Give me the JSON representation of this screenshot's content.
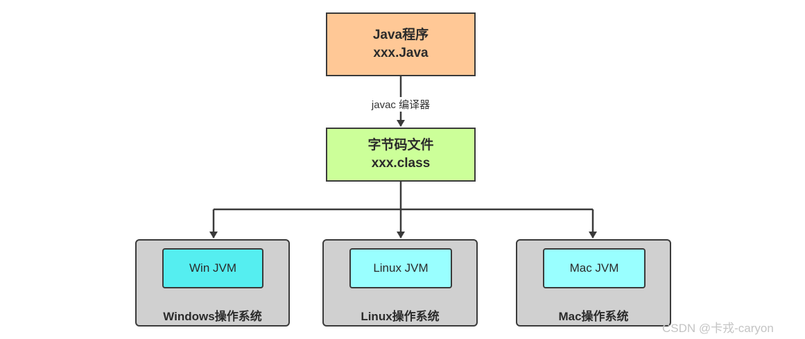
{
  "source": {
    "line1": "Java程序",
    "line2": "xxx.Java"
  },
  "compiler_label": "javac 编译器",
  "bytecode": {
    "line1": "字节码文件",
    "line2": "xxx.class"
  },
  "platforms": [
    {
      "jvm": "Win JVM",
      "os": "Windows操作系统"
    },
    {
      "jvm": "Linux JVM",
      "os": "Linux操作系统"
    },
    {
      "jvm": "Mac JVM",
      "os": "Mac操作系统"
    }
  ],
  "watermark": "CSDN @卡戎-caryon",
  "colors": {
    "source_fill": "#ffc896",
    "bytecode_fill": "#ccff99",
    "jvm_win_fill": "#55eef0",
    "jvm_other_fill": "#99ffff",
    "os_fill": "#d0d0d0",
    "stroke": "#3a3a3a"
  }
}
